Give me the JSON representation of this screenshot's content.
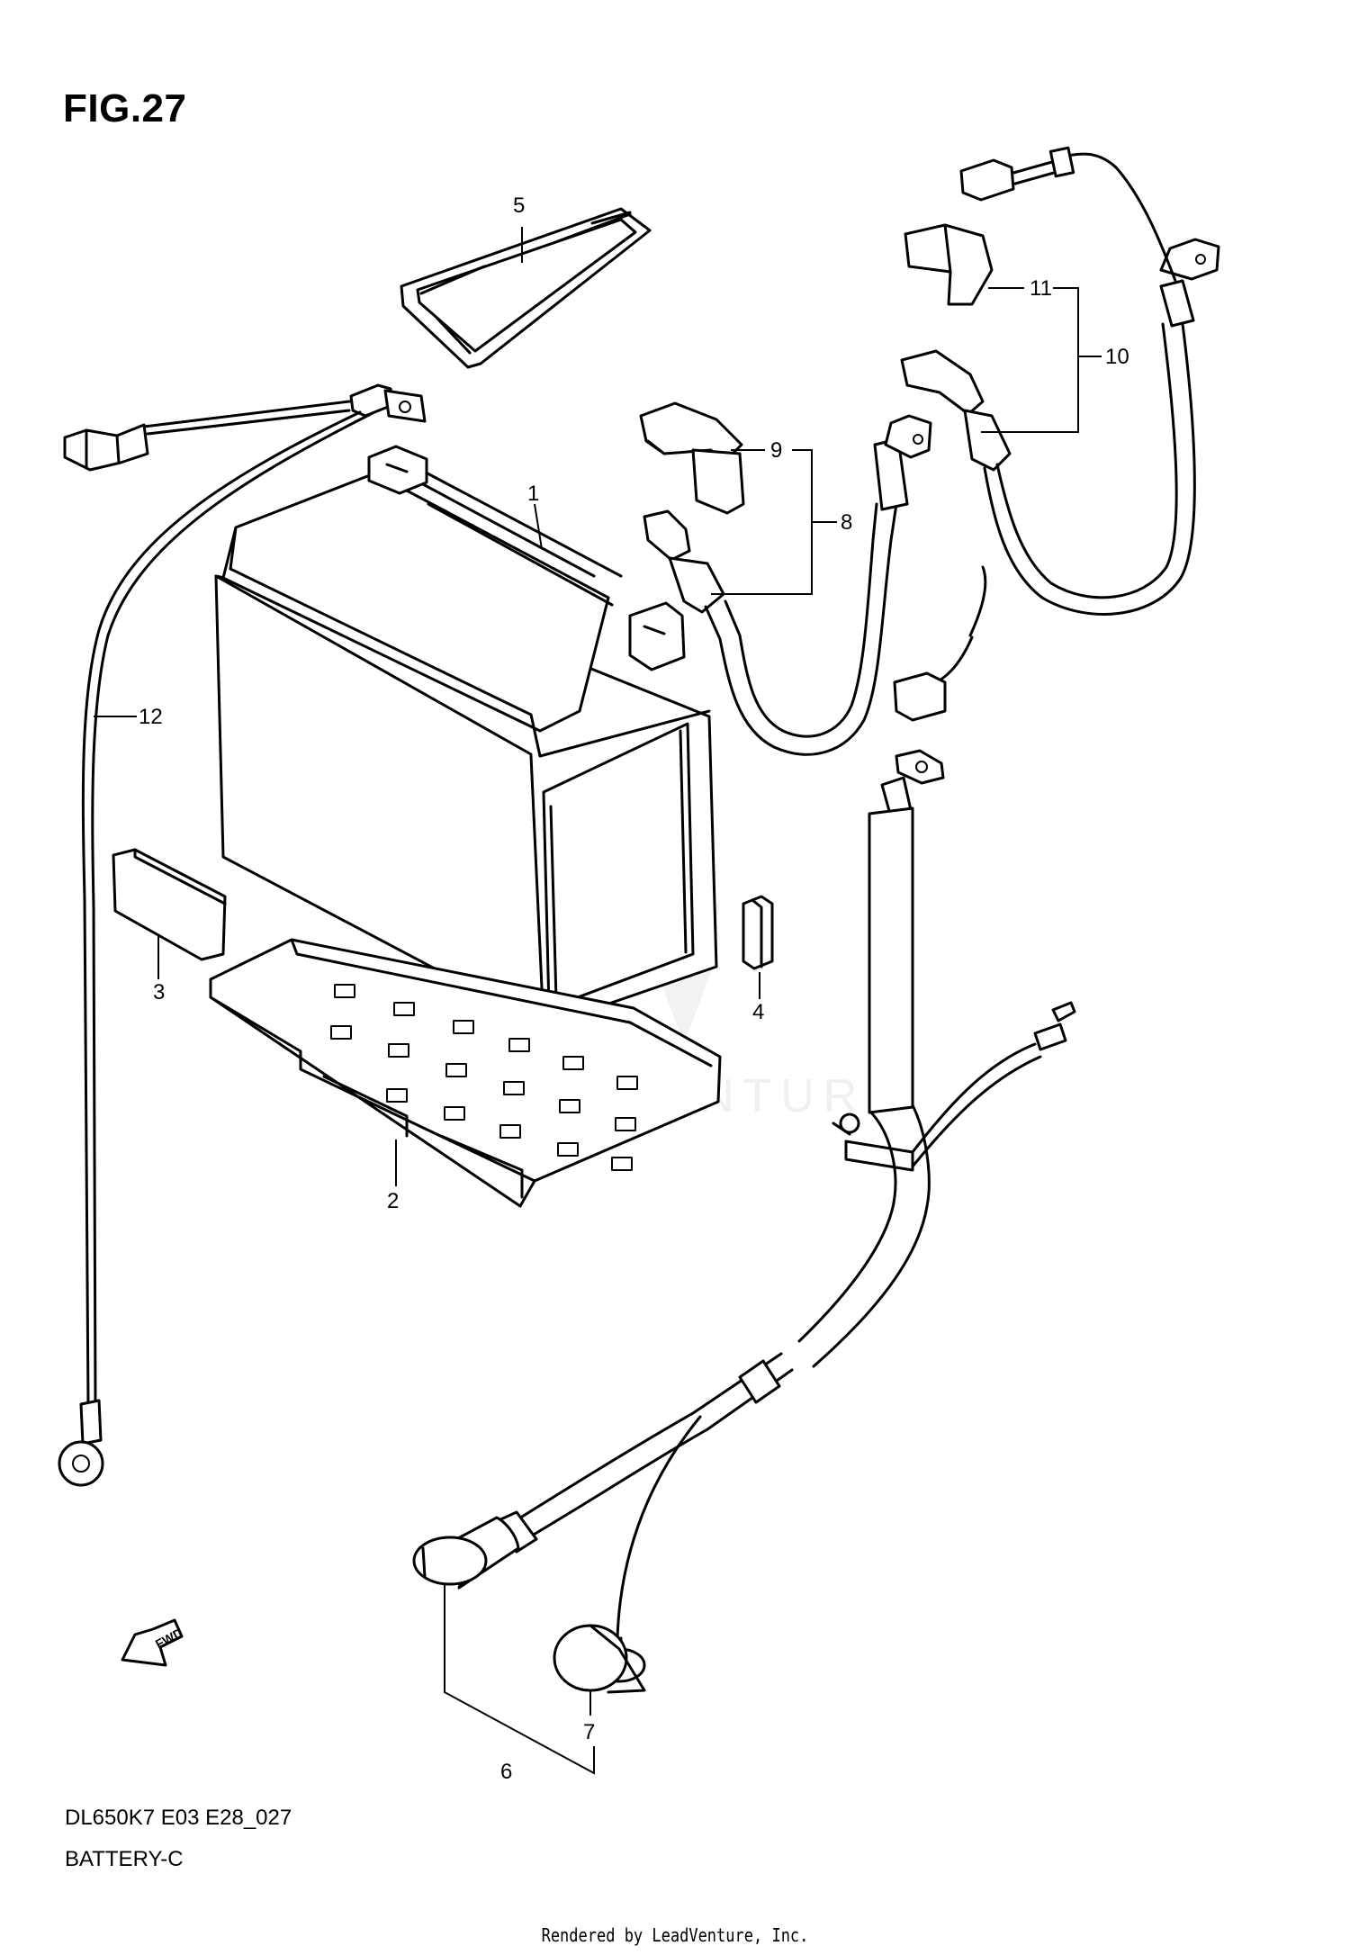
{
  "figure": {
    "title": "FIG.27",
    "code": "DL650K7 E03 E28_027",
    "name": "BATTERY-C",
    "rendered_by": "Rendered by LeadVenture, Inc.",
    "fwd_label": "FWD"
  },
  "callouts": {
    "p1": "1",
    "p2": "2",
    "p3": "3",
    "p4": "4",
    "p5": "5",
    "p6": "6",
    "p7": "7",
    "p8": "8",
    "p9": "9",
    "p10": "10",
    "p11": "11",
    "p12": "12"
  },
  "watermark": "LEADVENTURE"
}
